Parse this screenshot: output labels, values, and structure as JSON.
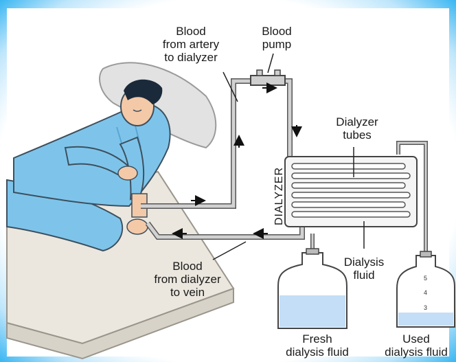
{
  "labels": {
    "blood_from_artery": "Blood\nfrom artery\nto dialyzer",
    "blood_pump": "Blood\npump",
    "dialyzer_tubes": "Dialyzer\ntubes",
    "dialyzer": "DIALYZER",
    "dialysis_fluid": "Dialysis\nfluid",
    "blood_from_dialyzer": "Blood\nfrom dialyzer\nto vein",
    "fresh_fluid": "Fresh\ndialysis fluid",
    "used_fluid": "Used\ndialysis fluid",
    "bottle_marks": [
      "5",
      "4",
      "3"
    ]
  },
  "colors": {
    "shirt": "#7ec4ea",
    "sheet": "#ebe7de",
    "pillow": "#e2e2e2",
    "tube": "#cfcfcf",
    "fluid": "#c3def6",
    "border_glow": "#39b6f2"
  }
}
